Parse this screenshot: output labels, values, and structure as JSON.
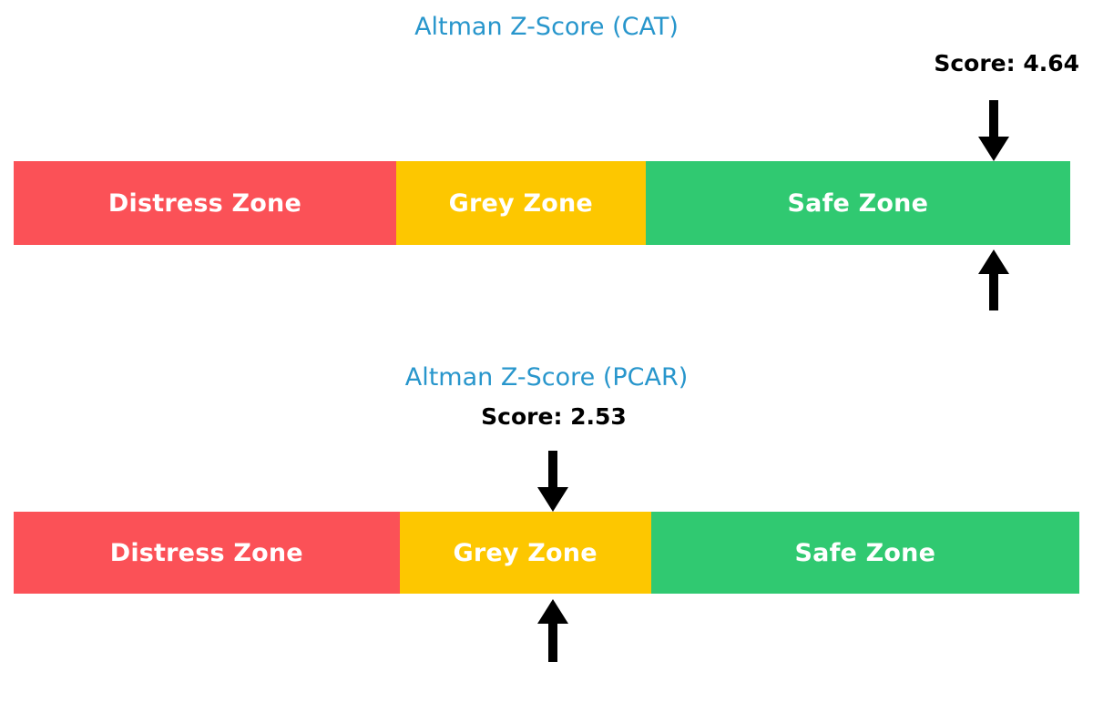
{
  "page": {
    "background_color": "#ffffff",
    "title_color": "#2896cc",
    "text_color": "#000000"
  },
  "colors": {
    "distress": "#fb5157",
    "grey": "#fdc700",
    "safe": "#30c971",
    "title": "#2896cc",
    "arrow": "#000000"
  },
  "chart_data": [
    {
      "type": "bar",
      "title": "Altman Z-Score (CAT)",
      "ticker": "CAT",
      "score": 4.64,
      "score_label": "Score: 4.64",
      "marker_zone": "Safe Zone",
      "zones": [
        {
          "label": "Distress Zone",
          "color": "#fb5157",
          "width_pct": 36.2
        },
        {
          "label": "Grey Zone",
          "color": "#fdc700",
          "width_pct": 23.6
        },
        {
          "label": "Safe Zone",
          "color": "#30c971",
          "width_pct": 40.2
        }
      ],
      "marker_position_pct": 92.8,
      "annotations": [
        "arrow-down-above-bar",
        "arrow-up-below-bar"
      ]
    },
    {
      "type": "bar",
      "title": "Altman Z-Score (PCAR)",
      "ticker": "PCAR",
      "score": 2.53,
      "score_label": "Score: 2.53",
      "marker_zone": "Grey Zone",
      "zones": [
        {
          "label": "Distress Zone",
          "color": "#fb5157",
          "width_pct": 36.2
        },
        {
          "label": "Grey Zone",
          "color": "#fdc700",
          "width_pct": 23.6
        },
        {
          "label": "Safe Zone",
          "color": "#30c971",
          "width_pct": 40.2
        }
      ],
      "marker_position_pct": 50.6,
      "annotations": [
        "arrow-down-above-bar",
        "arrow-up-below-bar"
      ]
    }
  ]
}
